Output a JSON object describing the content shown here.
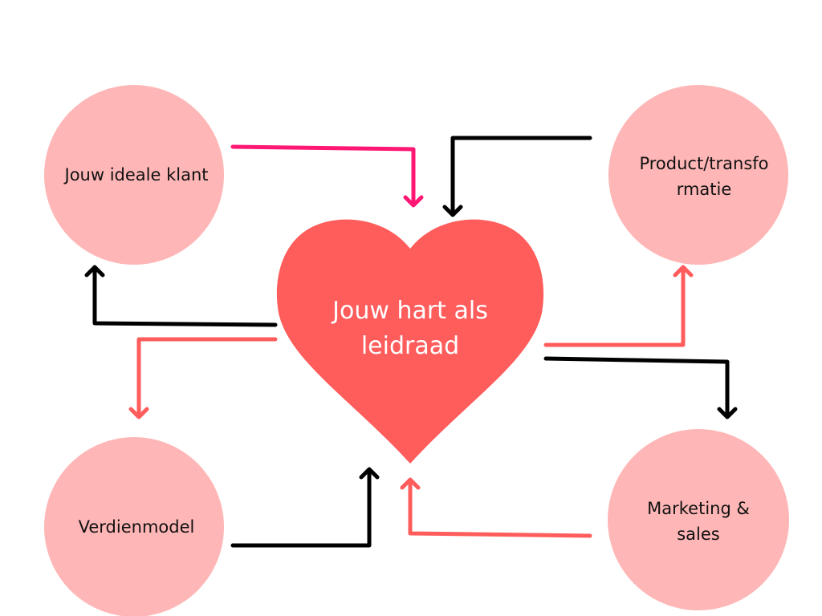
{
  "center": {
    "label": "Jouw hart als leidraad",
    "color": "#ff5c5c"
  },
  "nodes": [
    {
      "id": "ideal-client",
      "label": "Jouw ideale klant"
    },
    {
      "id": "product",
      "label": "Product/transfo rmatie"
    },
    {
      "id": "revenue-model",
      "label": "Verdienmodel"
    },
    {
      "id": "marketing",
      "label": "Marketing & sales"
    }
  ],
  "colors": {
    "circle": "#ffb6b6",
    "pink_arrow": "#ff1774",
    "salmon_arrow": "#ff5c5c",
    "black_arrow": "#000000"
  }
}
